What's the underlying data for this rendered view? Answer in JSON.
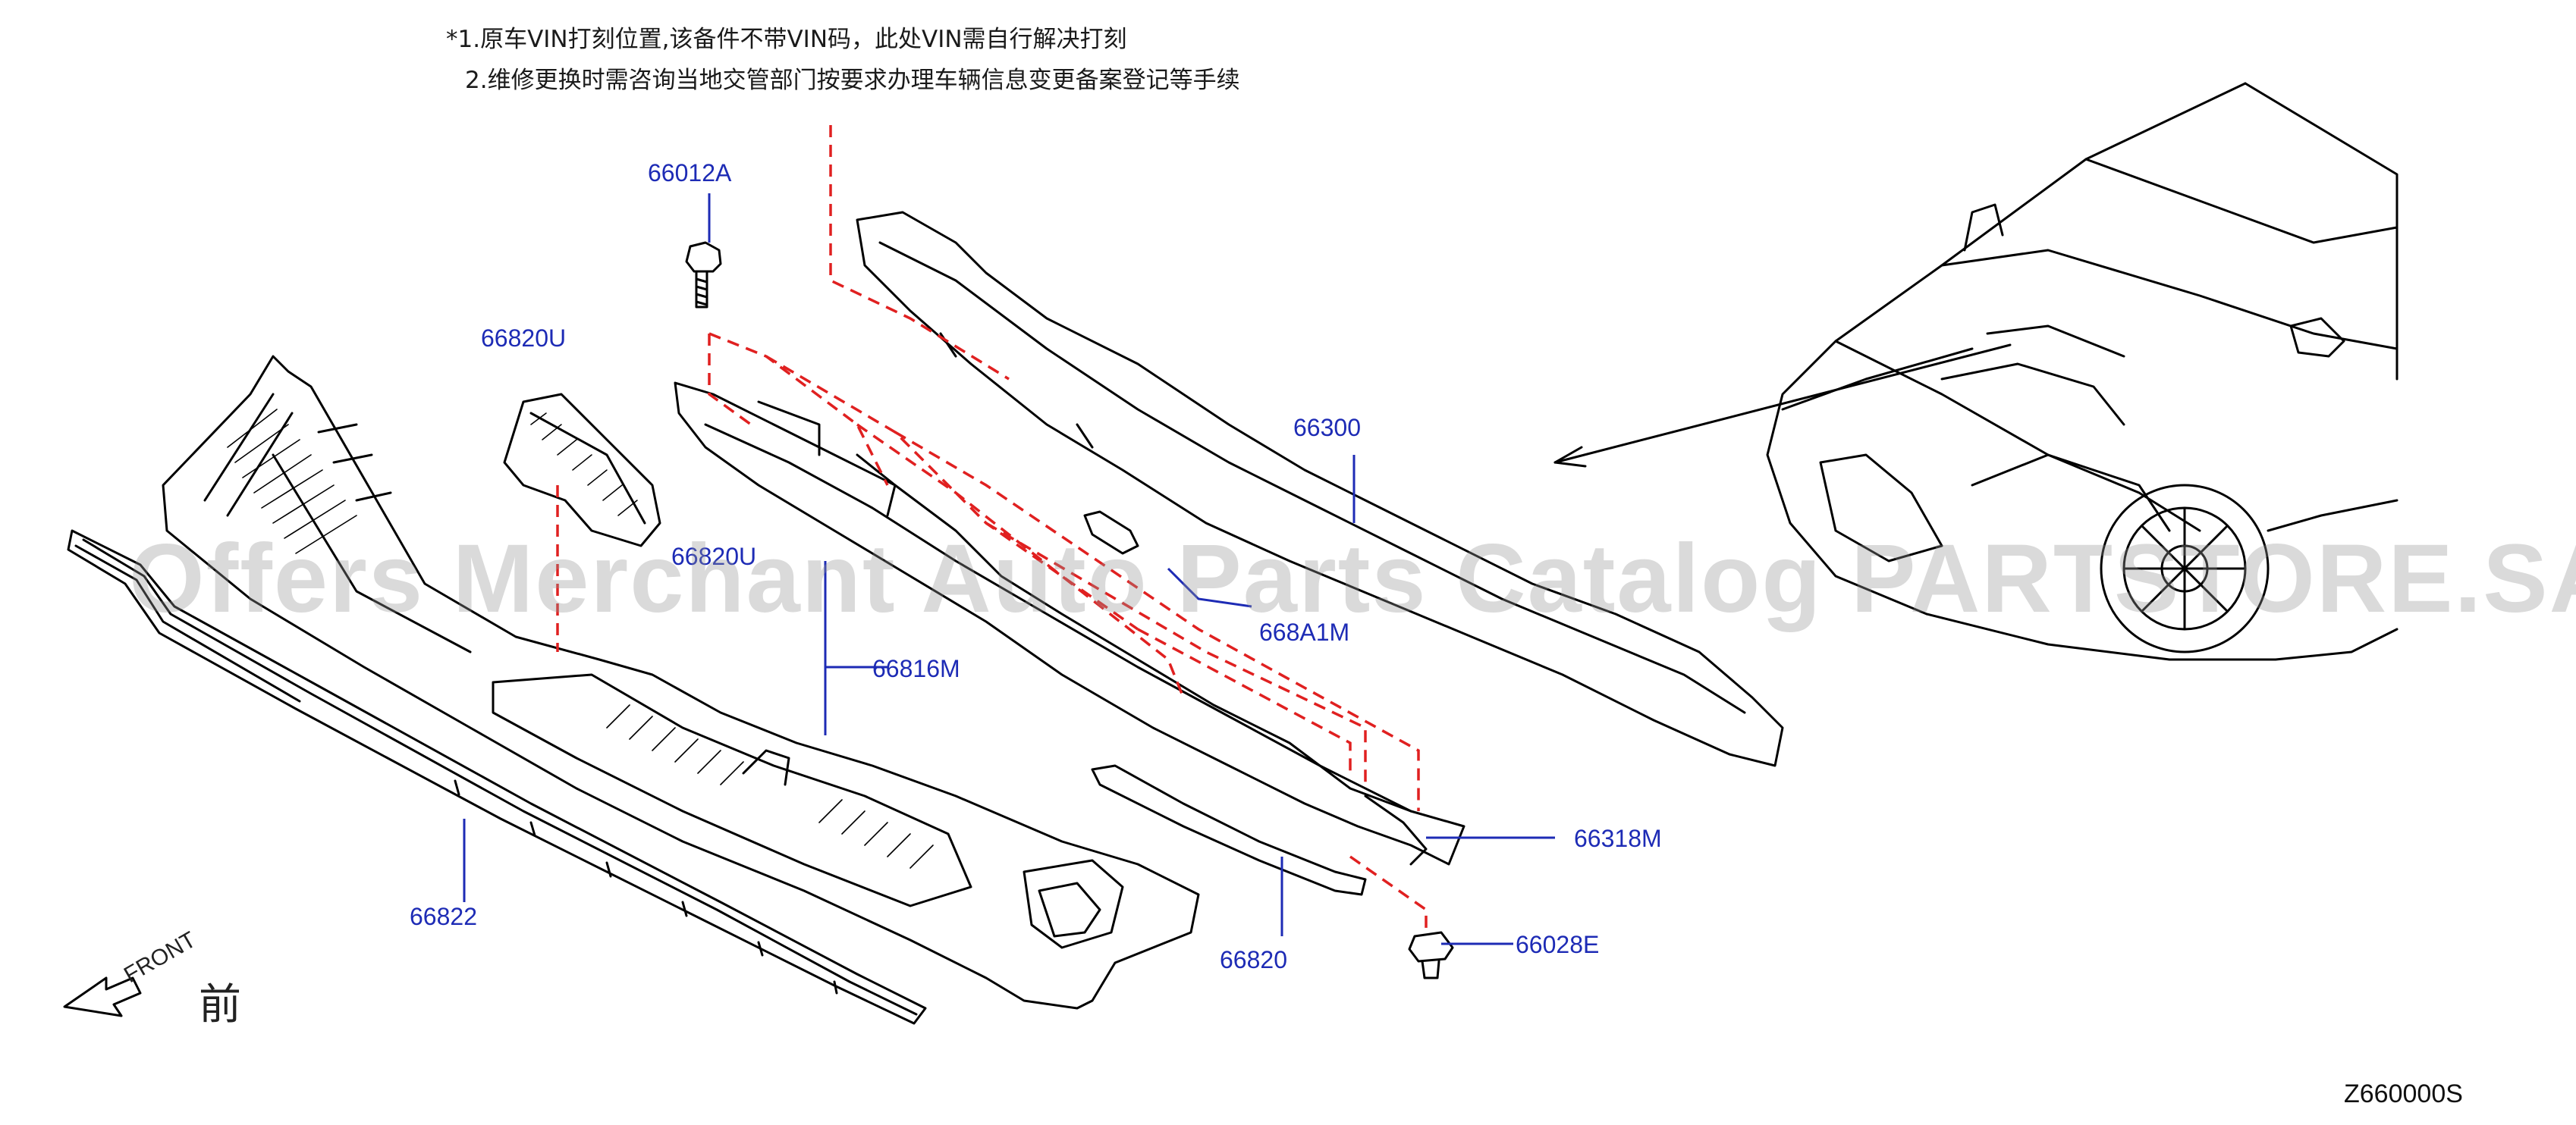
{
  "notes": {
    "line1": "*1.原车VIN打刻位置,该备件不带VIN码，此处VIN需自行解决打刻",
    "line2": "2.维修更换时需咨询当地交管部门按要求办理车辆信息变更备案登记等手续"
  },
  "callouts": {
    "c66012A": "66012A",
    "c66820U_a": "66820U",
    "c66820U_b": "66820U",
    "c66300": "66300",
    "c668A1M": "668A1M",
    "c66816M": "66816M",
    "c66318M": "66318M",
    "c66028E": "66028E",
    "c66820": "66820",
    "c66822": "66822"
  },
  "direction": {
    "front_label": "FRONT",
    "front_cn": "前"
  },
  "diagram_code": "Z660000S",
  "watermark": "Offers Merchant Auto Parts Catalog PARTSTORE.SA",
  "colors": {
    "callout_text": "#1d2bb5",
    "leader_line": "#1d2bb5",
    "vin_dash": "#e02020",
    "drawing_line": "#000000",
    "watermark": "#969696"
  }
}
